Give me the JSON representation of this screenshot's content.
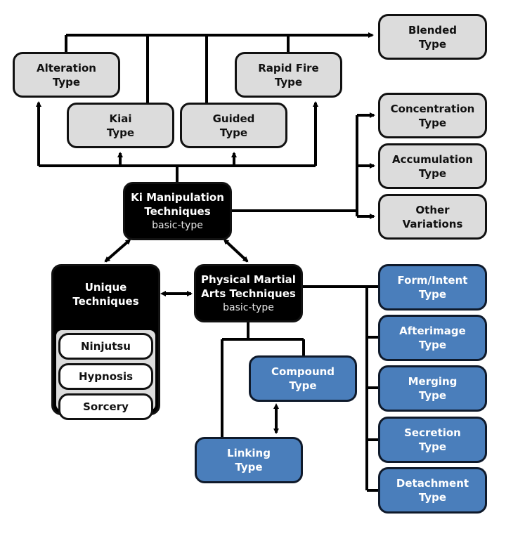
{
  "diagram": {
    "core": {
      "ki": {
        "title_line1": "Ki Manipulation",
        "title_line2": "Techniques",
        "subtitle": "basic-type"
      },
      "physical": {
        "title_line1": "Physical Martial",
        "title_line2": "Arts Techniques",
        "subtitle": "basic-type"
      },
      "unique": {
        "title_line1": "Unique",
        "title_line2": "Techniques",
        "items": [
          "Ninjutsu",
          "Hypnosis",
          "Sorcery"
        ]
      }
    },
    "ki_types": {
      "alteration": [
        "Alteration",
        "Type"
      ],
      "kiai": [
        "Kiai",
        "Type"
      ],
      "guided": [
        "Guided",
        "Type"
      ],
      "rapid_fire": [
        "Rapid Fire",
        "Type"
      ],
      "blended": [
        "Blended",
        "Type"
      ],
      "concentration": [
        "Concentration",
        "Type"
      ],
      "accumulation": [
        "Accumulation",
        "Type"
      ],
      "other": [
        "Other",
        "Variations"
      ]
    },
    "physical_types": {
      "compound": [
        "Compound",
        "Type"
      ],
      "linking": [
        "Linking",
        "Type"
      ],
      "form_intent": [
        "Form/Intent",
        "Type"
      ],
      "afterimage": [
        "Afterimage",
        "Type"
      ],
      "merging": [
        "Merging",
        "Type"
      ],
      "secretion": [
        "Secretion",
        "Type"
      ],
      "detachment": [
        "Detachment",
        "Type"
      ]
    },
    "colors": {
      "ki_type_fill": "#dcdcdc",
      "physical_type_fill": "#4a7ebb",
      "core_fill": "#000000",
      "line": "#000000"
    }
  }
}
